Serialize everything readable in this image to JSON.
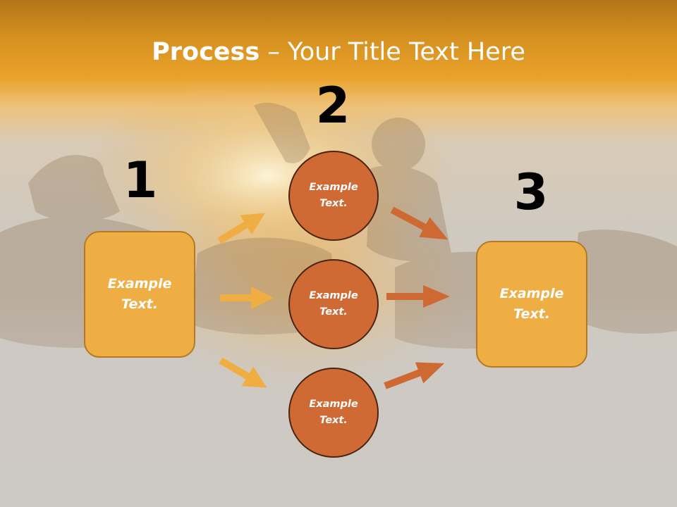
{
  "title": {
    "bold": "Process",
    "rest": " – Your Title Text Here"
  },
  "steps": [
    {
      "number": "1",
      "text_line1": "Example",
      "text_line2": "Text."
    },
    {
      "number": "2"
    },
    {
      "number": "3",
      "text_line1": "Example",
      "text_line2": "Text."
    }
  ],
  "circles": [
    {
      "text_line1": "Example",
      "text_line2": "Text."
    },
    {
      "text_line1": "Example",
      "text_line2": "Text."
    },
    {
      "text_line1": "Example",
      "text_line2": "Text."
    }
  ],
  "colors": {
    "box_fill": "#efae44",
    "circle_fill": "#d06a34",
    "arrow_left": "#efad42",
    "arrow_right": "#cf6934",
    "title_band": "#e9a22a"
  }
}
